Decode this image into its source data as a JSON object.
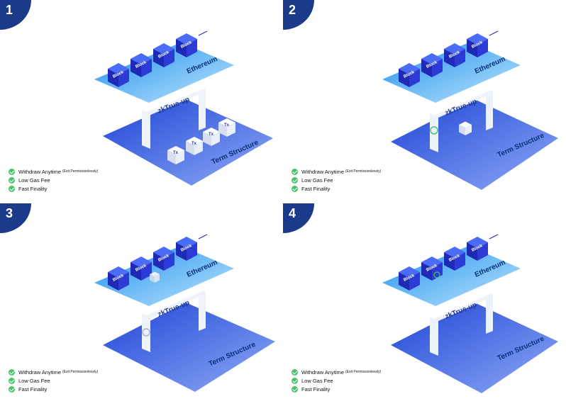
{
  "panels": [
    {
      "number": "1",
      "bridge": "zkTrue-up",
      "chain": "Ethereum",
      "structure": "Term Structure",
      "block_label": "Block",
      "tx_label": "Tx",
      "features": [
        {
          "text": "Withdraw Anytime",
          "note": "(Exit Permissionlessly)"
        },
        {
          "text": "Low Gas Fee",
          "note": ""
        },
        {
          "text": "Fast Finality",
          "note": ""
        }
      ]
    },
    {
      "number": "2",
      "bridge": "zkTrue-up",
      "chain": "Ethereum",
      "structure": "Term Structure",
      "block_label": "Block",
      "tx_label": "",
      "features": [
        {
          "text": "Withdraw Anytime",
          "note": "(Exit Permissionlessly)"
        },
        {
          "text": "Low Gas Fee",
          "note": ""
        },
        {
          "text": "Fast Finality",
          "note": ""
        }
      ]
    },
    {
      "number": "3",
      "bridge": "zkTrue-up",
      "chain": "Ethereum",
      "structure": "Term Structure",
      "block_label": "Block",
      "tx_label": "",
      "features": [
        {
          "text": "Withdraw Anytime",
          "note": "(Exit Permissionlessly)"
        },
        {
          "text": "Low Gas Fee",
          "note": ""
        },
        {
          "text": "Fast Finality",
          "note": ""
        }
      ]
    },
    {
      "number": "4",
      "bridge": "zkTrue-up",
      "chain": "Ethereum",
      "structure": "Term Structure",
      "block_label": "Block",
      "tx_label": "",
      "features": [
        {
          "text": "Withdraw Anytime",
          "note": "(Exit Permissionlessly)"
        },
        {
          "text": "Low Gas Fee",
          "note": ""
        },
        {
          "text": "Fast Finality",
          "note": ""
        }
      ]
    }
  ],
  "colors": {
    "badge": "#1c3a8a",
    "block": "#2630c8",
    "ethereum_plane": "#6ec4f2",
    "structure_plane": "#3d6de6",
    "check": "#4cc26a"
  }
}
